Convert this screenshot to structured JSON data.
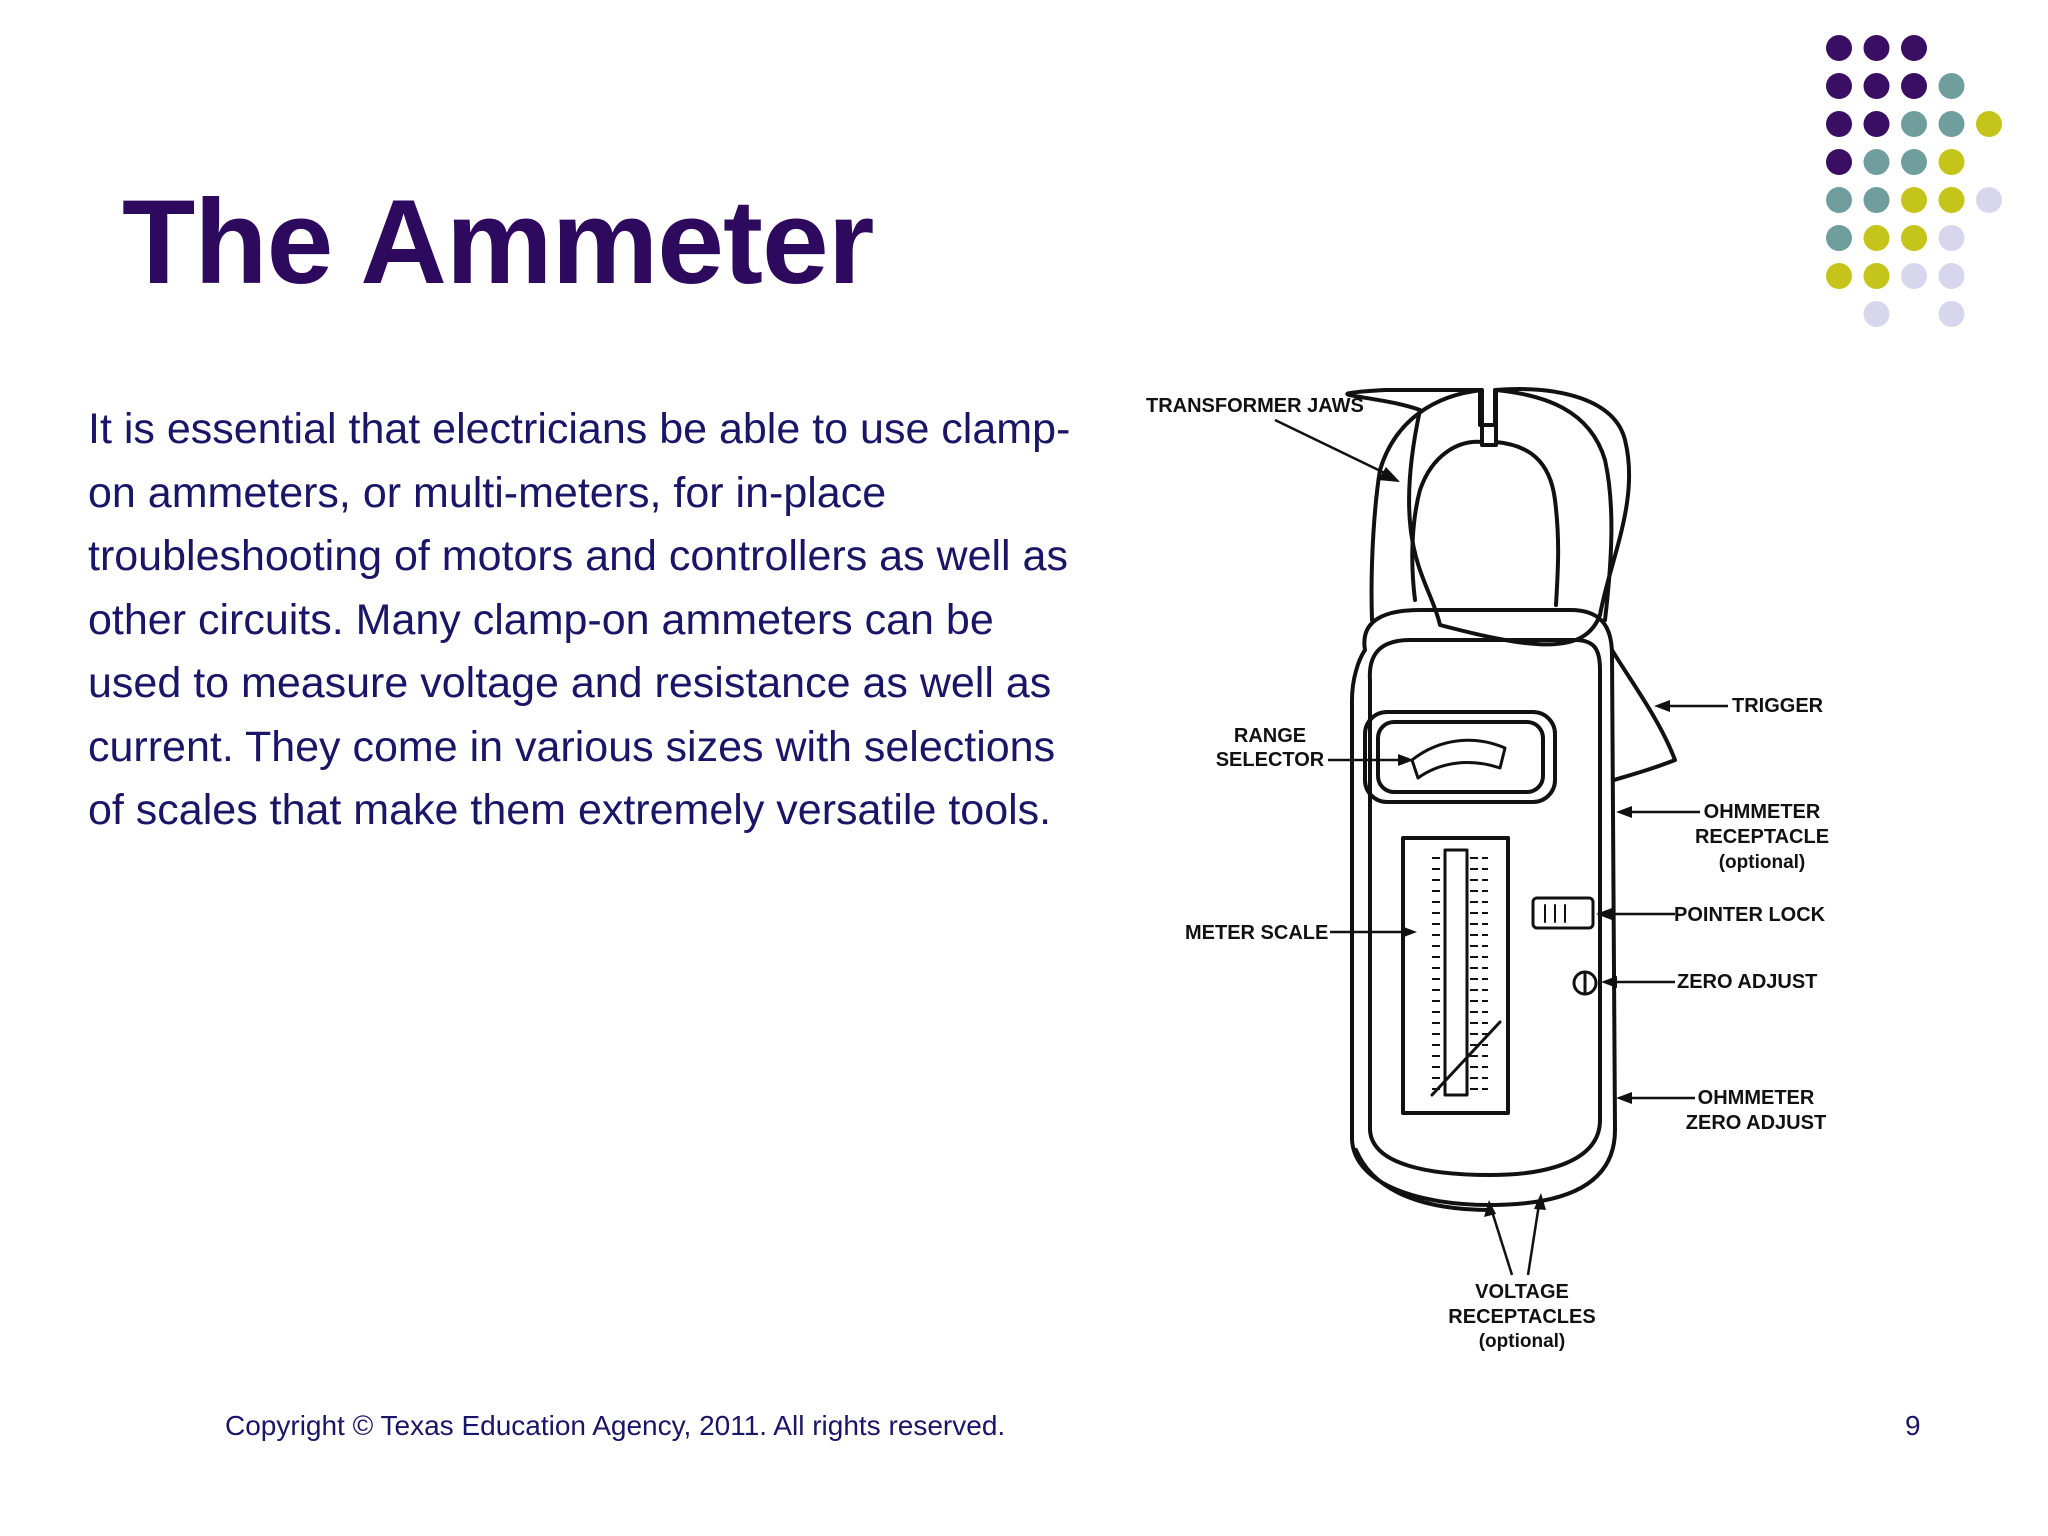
{
  "slide": {
    "title": "The Ammeter",
    "body": "It is essential that electricians be able to use clamp-on ammeters, or multi-meters, for in-place troubleshooting of motors and controllers as well as other circuits. Many clamp-on ammeters can be used to measure voltage and resistance as well as current. They come in various sizes with selections of scales that make them extremely versatile tools.",
    "footer": "Copyright © Texas Education Agency, 2011. All rights reserved.",
    "page_number": "9"
  },
  "diagram": {
    "labels": {
      "transformer_jaws": "TRANSFORMER JAWS",
      "range_selector_1": "RANGE",
      "range_selector_2": "SELECTOR",
      "trigger": "TRIGGER",
      "ohmmeter_receptacle_1": "OHMMETER",
      "ohmmeter_receptacle_2": "RECEPTACLE",
      "ohmmeter_receptacle_3": "(optional)",
      "meter_scale": "METER SCALE",
      "pointer_lock": "POINTER LOCK",
      "zero_adjust": "ZERO ADJUST",
      "ohmmeter_zero_adjust_1": "OHMMETER",
      "ohmmeter_zero_adjust_2": "ZERO ADJUST",
      "voltage_receptacles_1": "VOLTAGE",
      "voltage_receptacles_2": "RECEPTACLES",
      "voltage_receptacles_3": "(optional)"
    }
  },
  "theme": {
    "title_color": "#2d0a5e",
    "text_color": "#1a1566",
    "dot_colors": {
      "purple": "#3a0e63",
      "teal": "#6f9e9c",
      "yellow": "#c4c41a",
      "lavender": "#d8d6ec"
    }
  }
}
